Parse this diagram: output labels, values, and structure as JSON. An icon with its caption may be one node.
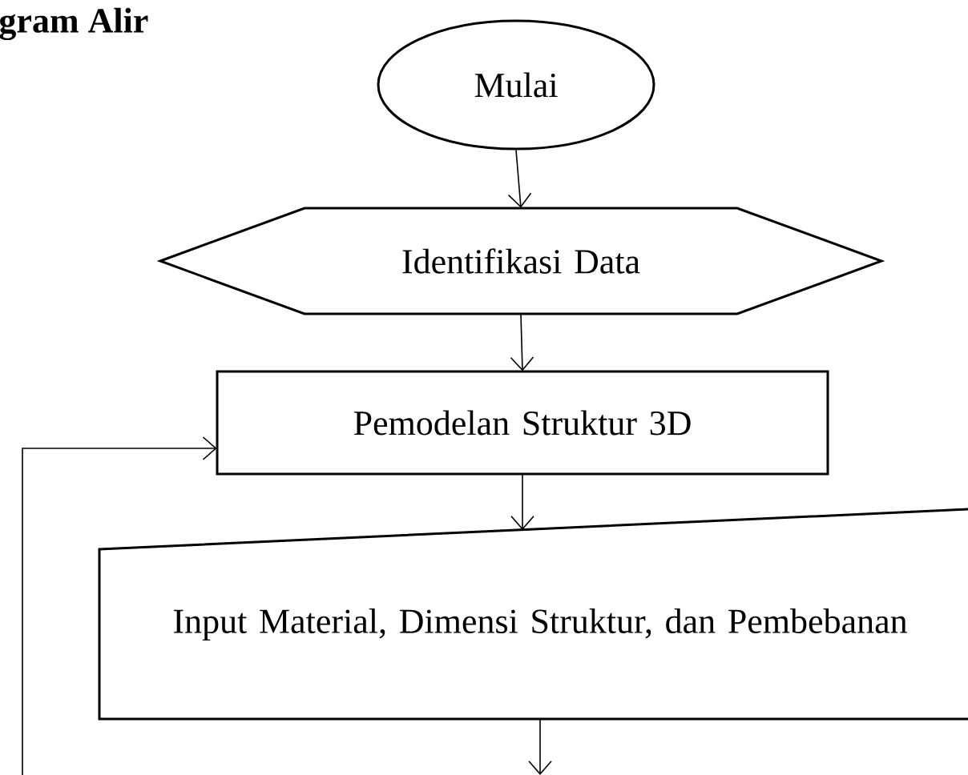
{
  "diagram": {
    "title": "gram Alir",
    "nodes": [
      {
        "text": [
          "Mulai"
        ]
      },
      {
        "text": [
          "Identifikasi Data"
        ]
      },
      {
        "text": [
          "Pemodelan Struktur 3D"
        ]
      },
      {
        "text": [
          "Input Material, Dimensi Struktur, dan Pembebanan"
        ]
      }
    ],
    "edges": [
      {
        "from": 0,
        "to": 1,
        "arrow": "to"
      },
      {
        "from": 1,
        "to": 2,
        "arrow": "to"
      },
      {
        "from": 2,
        "to": 3,
        "arrow": "to"
      },
      {
        "from": 3,
        "to": null,
        "arrow": "to"
      },
      {
        "from": null,
        "to": 2,
        "arrow": "to"
      }
    ]
  }
}
